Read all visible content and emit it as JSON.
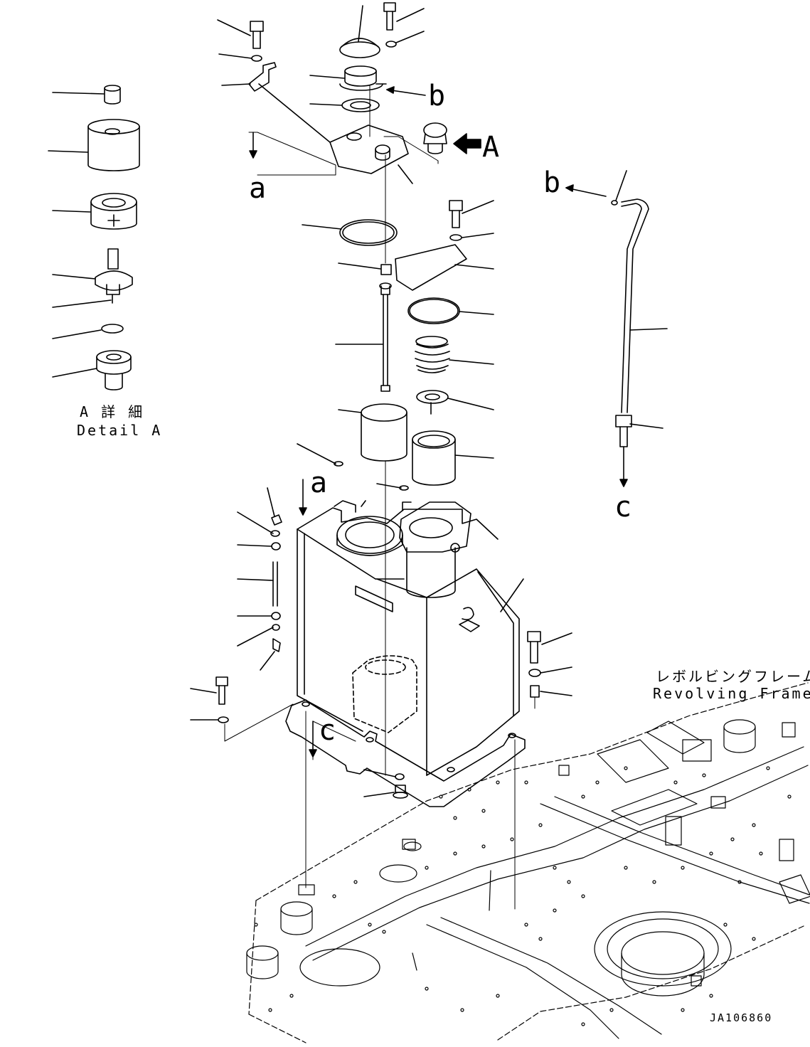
{
  "callouts": {
    "a_top": "a",
    "a_mid": "a",
    "b_top": "b",
    "b_right": "b",
    "c_right": "c",
    "c_bottom": "c",
    "A_arrow": "A"
  },
  "detail": {
    "title_jp": "A 詳 細",
    "title_en": "Detail A"
  },
  "frame": {
    "label_jp": "レボルビングフレーム",
    "label_en": "Revolving Frame"
  },
  "drawing_number": "JA106860"
}
